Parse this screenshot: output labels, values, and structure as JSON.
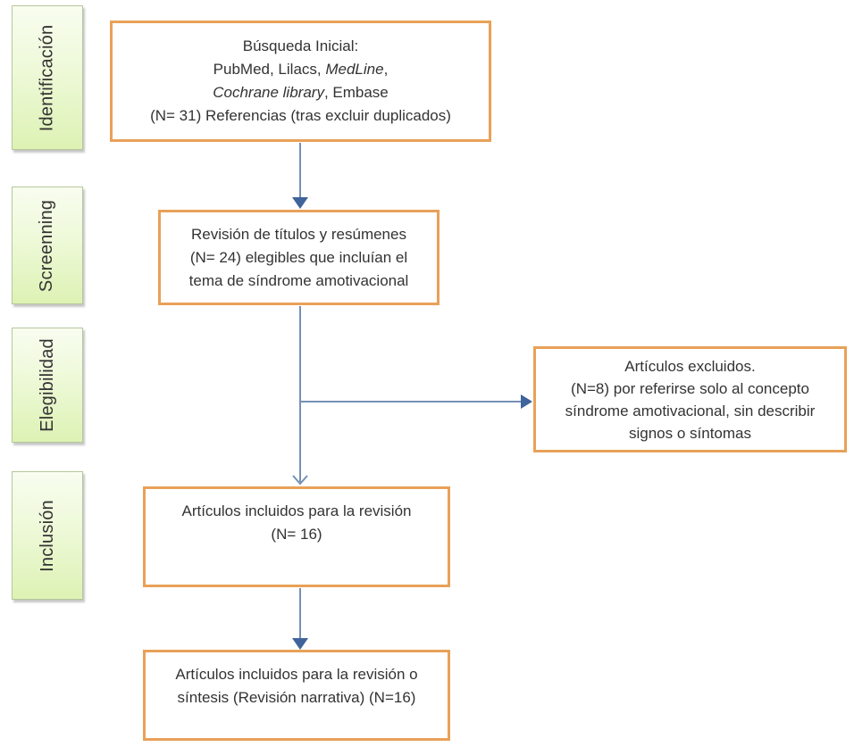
{
  "diagram": {
    "type": "prisma-flowchart",
    "colors": {
      "background": "#ffffff",
      "box_border_orange": "#e8a158",
      "arrow_line_blue": "#7590b5",
      "arrow_head_blue": "#3f639b",
      "stage_green_top": "#f8fdf0",
      "stage_green_bottom": "#ddf2b4",
      "stage_border_green": "#b6c79b",
      "text": "#333333"
    }
  },
  "sidebar": {
    "stages": [
      {
        "label": "Identificación"
      },
      {
        "label": "Screenning"
      },
      {
        "label": "Elegibilidad"
      },
      {
        "label": "Inclusión"
      }
    ]
  },
  "flow": {
    "start_box": {
      "line1": "Búsqueda Inicial:",
      "line2_prefix": "PubMed, Lilacs, ",
      "line2_italic": "MedLine",
      "line2_suffix": ",",
      "line3_italic": "Cochrane library",
      "line3_suffix": ", Embase",
      "line4": "(N= 31) Referencias (tras excluir duplicados)",
      "n": 31
    },
    "screening_box": {
      "lines": [
        "Revisión de títulos y resúmenes",
        "(N= 24) elegibles que incluían el",
        "tema de síndrome amotivacional"
      ],
      "n": 24
    },
    "excluded_box": {
      "lines": [
        "Artículos excluidos.",
        "(N=8) por referirse solo al concepto",
        "síndrome amotivacional, sin describir",
        "signos o síntomas"
      ],
      "n": 8
    },
    "included_box": {
      "lines": [
        "Artículos incluidos para la revisión",
        "(N= 16)"
      ],
      "n": 16
    },
    "final_box": {
      "lines": [
        "Artículos incluidos para la revisión o",
        "síntesis (Revisión narrativa) (N=16)"
      ],
      "n": 16
    }
  }
}
